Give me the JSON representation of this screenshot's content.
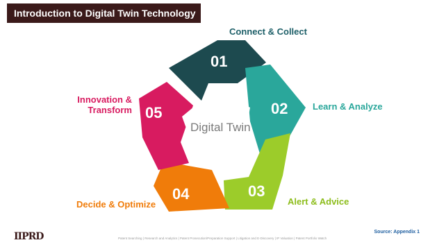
{
  "title": "Introduction to Digital Twin Technology",
  "center": "Digital Twin",
  "steps": [
    {
      "num": "01",
      "label": "Connect & Collect",
      "color": "#1d4a4f",
      "label_color": "#1d5f68"
    },
    {
      "num": "02",
      "label": "Learn & Analyze",
      "color": "#2aa79b",
      "label_color": "#2aa79b"
    },
    {
      "num": "03",
      "label": "Alert & Advice",
      "color": "#9ccc2a",
      "label_color": "#8dbd1c"
    },
    {
      "num": "04",
      "label": "Decide & Optimize",
      "color": "#f07c0a",
      "label_color": "#f07c0a"
    },
    {
      "num": "05",
      "label_line1": "Innovation &",
      "label_line2": "Transform",
      "color": "#d81b60",
      "label_color": "#d81b60"
    }
  ],
  "footer": {
    "logo": "IIPRD",
    "text": "Patent Searching | Research and Analytics | Patent Prosecution/Preparation Support | Litigation and E-Discovery | IP Valuation | Patent Portfolio Watch",
    "source": "Source: Appendix 1"
  }
}
